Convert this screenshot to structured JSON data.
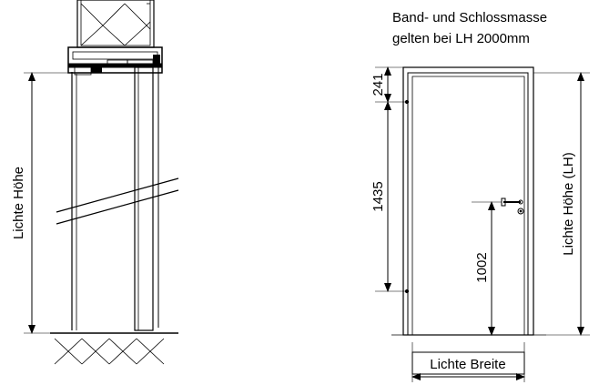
{
  "note": {
    "line1": "Band- und Schlossmasse",
    "line2": "gelten bei LH 2000mm"
  },
  "section": {
    "height_label": "Lichte Höhe"
  },
  "elevation": {
    "dim_top": "241",
    "dim_middle": "1435",
    "dim_handle": "1002",
    "height_label": "Lichte Höhe (LH)",
    "width_label": "Lichte Breite"
  }
}
